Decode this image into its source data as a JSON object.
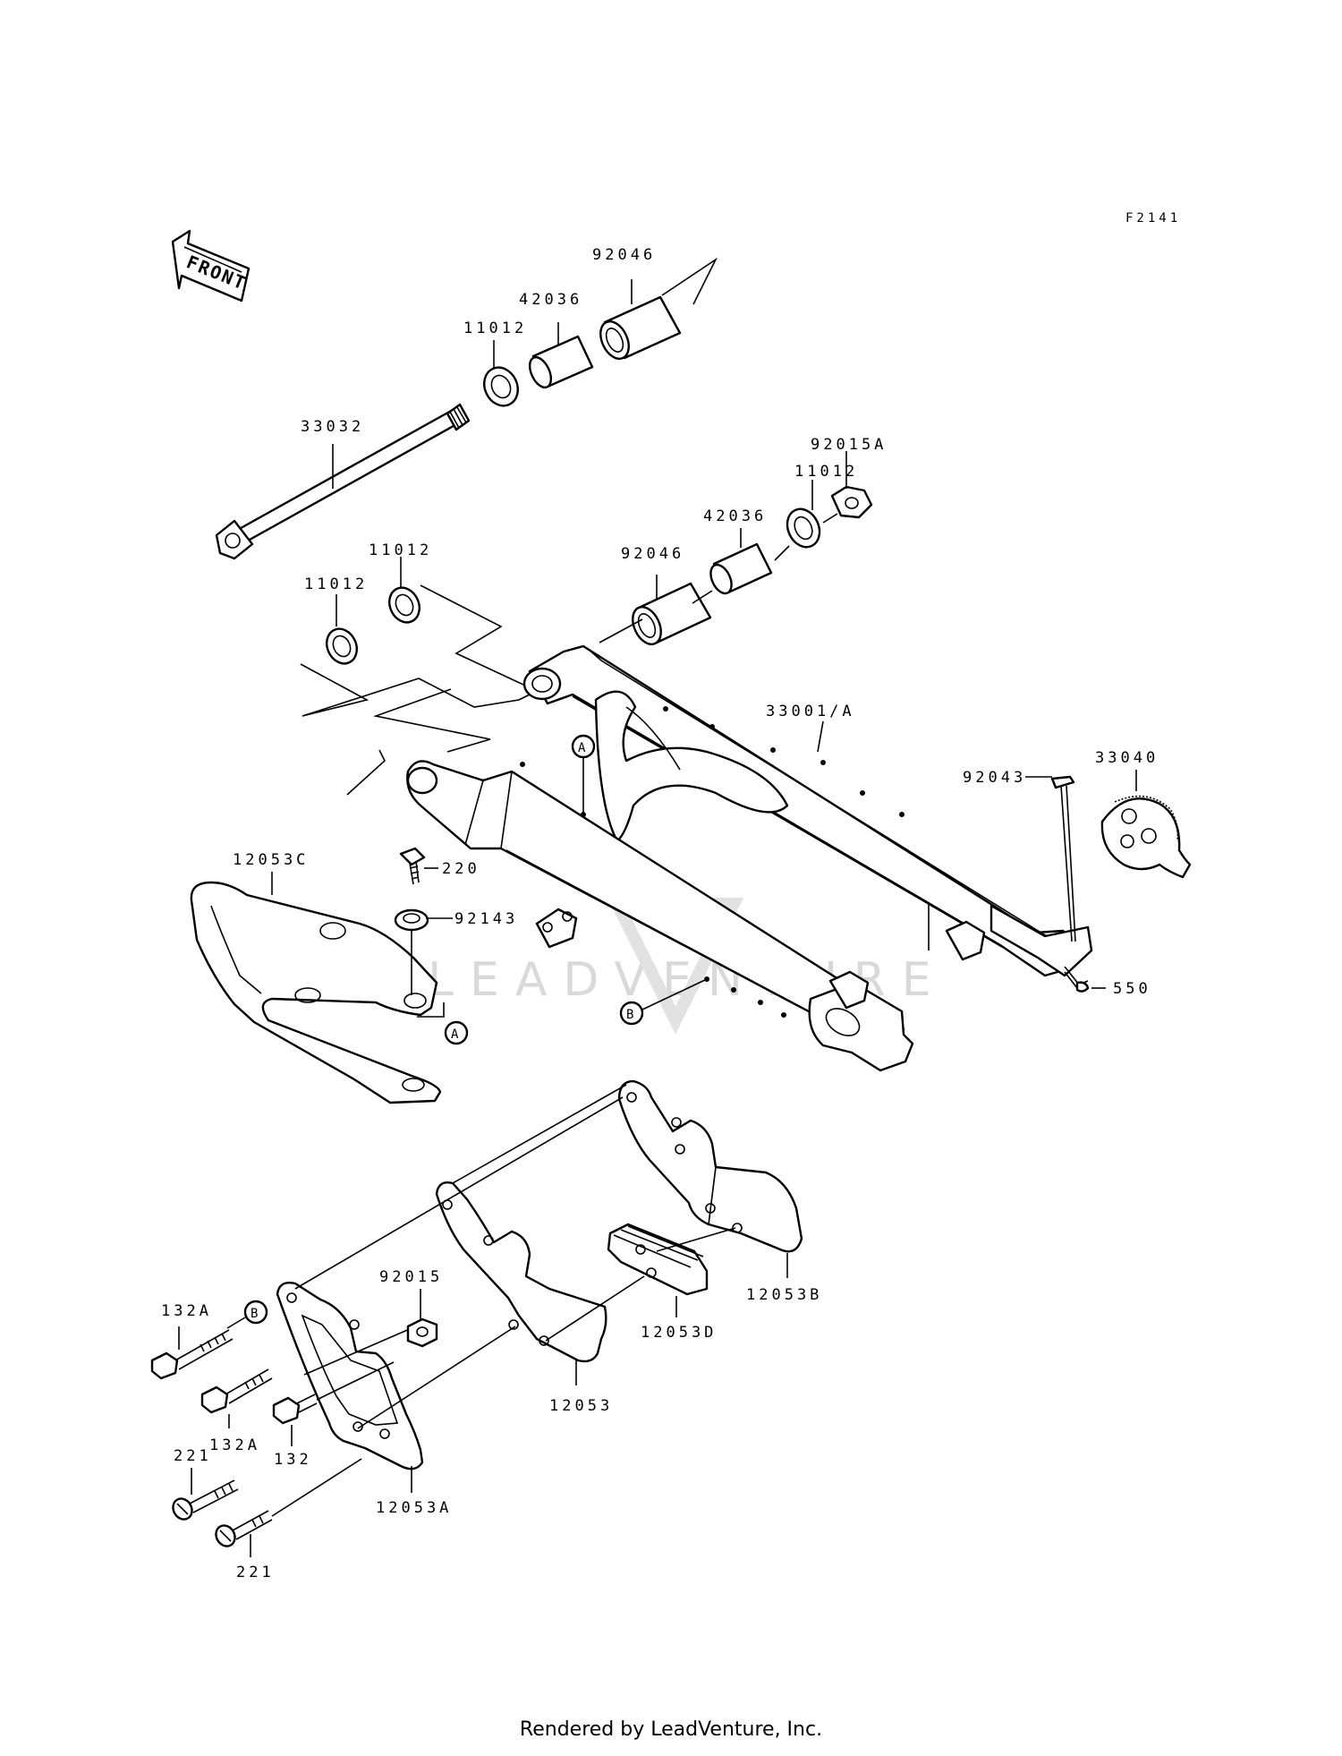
{
  "diagram_code": "F2141",
  "front_label": "FRONT",
  "watermark": "LEADVENTURE",
  "footer": "Rendered by LeadVenture, Inc.",
  "ref_a": "A",
  "ref_b": "B",
  "parts": {
    "p92046_top": "92046",
    "p42036_top": "42036",
    "p11012_top": "11012",
    "p33032": "33032",
    "p92015A": "92015A",
    "p11012_right": "11012",
    "p42036_right": "42036",
    "p92046_right": "92046",
    "p11012_mid": "11012",
    "p11012_left": "11012",
    "p33001A": "33001/A",
    "p92043": "92043",
    "p33040": "33040",
    "p12053C": "12053C",
    "p220": "220",
    "p92143": "92143",
    "p550": "550",
    "p132A_top": "132A",
    "p92015": "92015",
    "p132A_bottom": "132A",
    "p132": "132",
    "p221_top": "221",
    "p221_bottom": "221",
    "p12053A": "12053A",
    "p12053": "12053",
    "p12053D": "12053D",
    "p12053B": "12053B"
  }
}
